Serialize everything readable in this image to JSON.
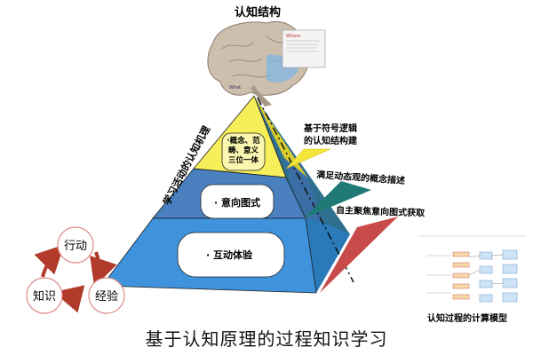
{
  "title": "认知结构",
  "pyramid": {
    "side_label": "学习活动的认知机理",
    "top_layer": [
      "·概念、范",
      "畴、意义",
      "三位一体"
    ],
    "middle_layer": "· 意向图式",
    "bottom_layer": "· 互动体验"
  },
  "annotations": {
    "symbolic": [
      "基于符号逻辑",
      "的认知结构建"
    ],
    "dynamic": "满足动态观的概念描述",
    "focus": "自主聚焦意向图式获取"
  },
  "cycle": {
    "top": "行动",
    "left": "知识",
    "right": "经验"
  },
  "model_label": "认知过程的计算模型",
  "caption": "基于认知原理的过程知识学习",
  "brain_panel_lines": [
    "Where",
    "What"
  ],
  "colors": {
    "top_face": "#f7ef5a",
    "middle_face": "#4a7fc0",
    "bottom_face": "#3f93dd",
    "side_shadow": "#3a6f9a",
    "yellow_flag": "#f4e53a",
    "teal_flag": "#1f7a76",
    "red_flag": "#c94a4a",
    "cycle_arrow": "#b23a2a"
  }
}
